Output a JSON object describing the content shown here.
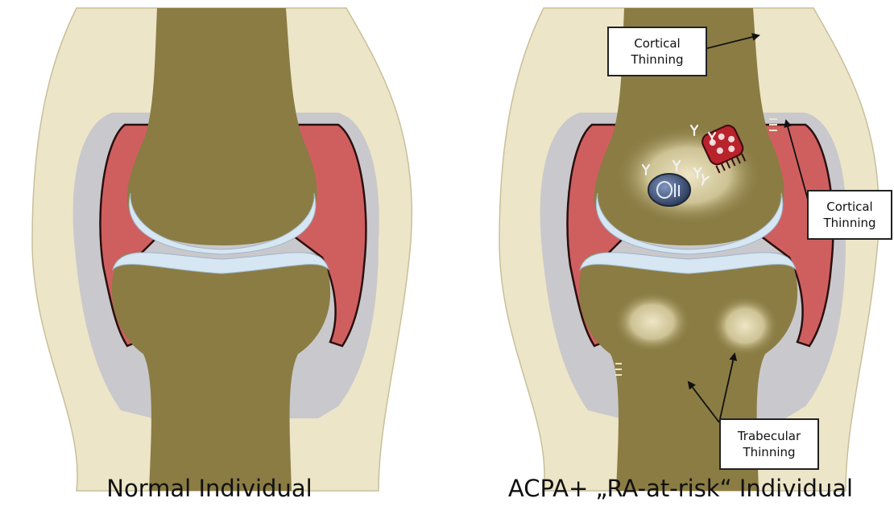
{
  "panels": {
    "left_title": "Normal Individual",
    "right_title": "ACPA+ „RA-at-risk“ Individual"
  },
  "annotations": {
    "cortical_top": {
      "line1": "Cortical",
      "line2": "Thinning"
    },
    "cortical_side": {
      "line1": "Cortical",
      "line2": "Thinning"
    },
    "trabecular": {
      "line1": "Trabecular",
      "line2": "Thinning"
    }
  },
  "colors": {
    "bone": "#8a7c43",
    "bone_outline": "#4a4420",
    "soft_tissue": "#ece5c8",
    "capsule": "#c9c8cc",
    "synovium": "#cf5f5f",
    "cartilage": "#d6e6f2",
    "osteoclast": "#b8232c",
    "b_cell": "#41547a"
  }
}
